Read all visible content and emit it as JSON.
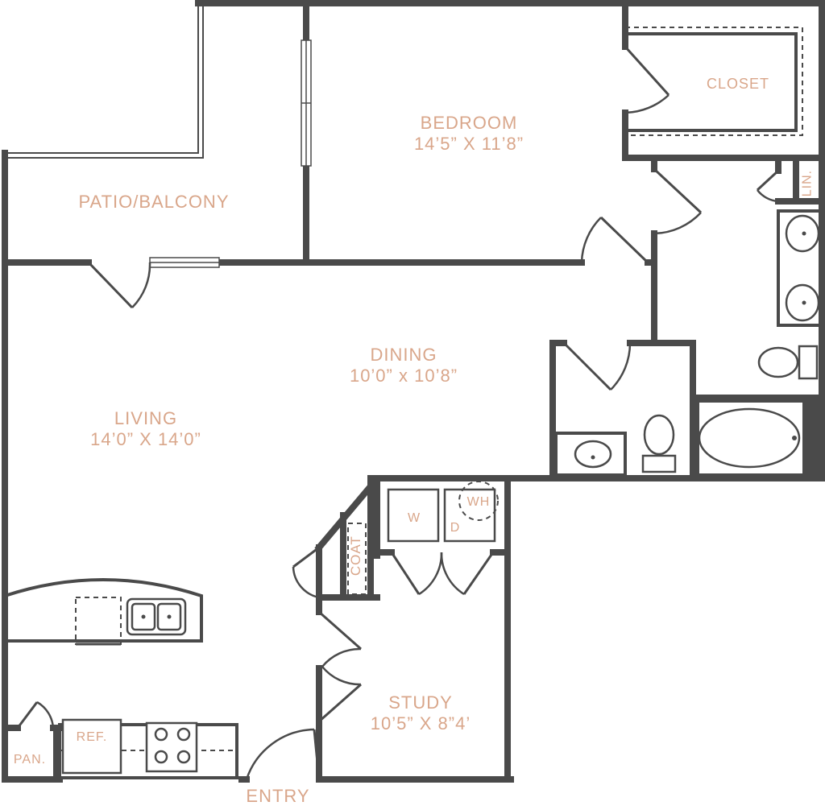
{
  "rooms": {
    "bedroom": {
      "name": "BEDROOM",
      "size": "14’5” X 11’8”"
    },
    "closet": {
      "name": "CLOSET"
    },
    "linen": {
      "name": "LIN."
    },
    "patio": {
      "name": "PATIO/BALCONY"
    },
    "dining": {
      "name": "DINING",
      "size": "10’0” x 10’8”"
    },
    "living": {
      "name": "LIVING",
      "size": "14’0” X 14’0”"
    },
    "coat": {
      "name": "COAT"
    },
    "washer": {
      "name": "W"
    },
    "dryer": {
      "name": "D"
    },
    "water_heater": {
      "name": "WH"
    },
    "study": {
      "name": "STUDY",
      "size": "10’5” X 8”4’"
    },
    "refrigerator": {
      "name": "REF."
    },
    "pantry": {
      "name": "PAN."
    },
    "entry": {
      "name": "ENTRY"
    }
  },
  "colors": {
    "wall": "#4a4a4a",
    "label": "#d9a68a",
    "background": "#ffffff"
  }
}
